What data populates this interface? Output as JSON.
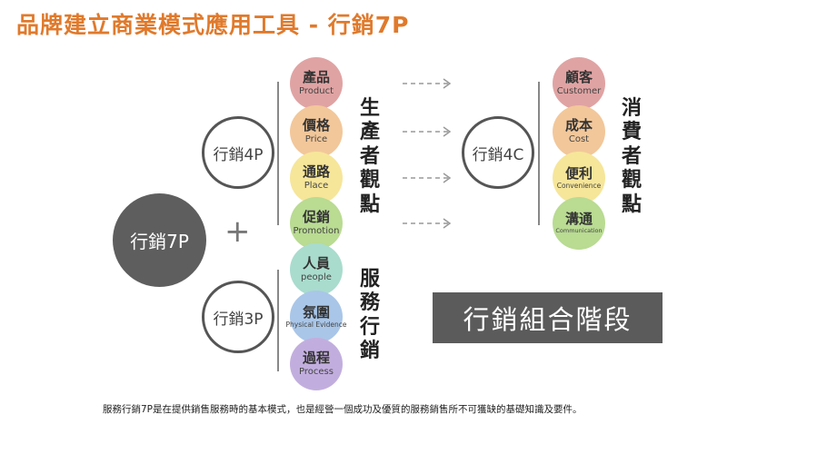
{
  "title": "品牌建立商業模式應用工具 - 行銷7P",
  "center_label": "行銷7P",
  "plus": "+",
  "group_4p": {
    "label": "行銷4P",
    "side_text": [
      "生",
      "產",
      "者",
      "觀",
      "點"
    ],
    "items": [
      {
        "zh": "產品",
        "en": "Product",
        "color": "#e0a3a3"
      },
      {
        "zh": "價格",
        "en": "Price",
        "color": "#f2c79a"
      },
      {
        "zh": "通路",
        "en": "Place",
        "color": "#f6e69a"
      },
      {
        "zh": "促銷",
        "en": "Promotion",
        "color": "#b9db92"
      }
    ]
  },
  "group_3p": {
    "label": "行銷3P",
    "side_text": [
      "服",
      "務",
      "行",
      "銷"
    ],
    "items": [
      {
        "zh": "人員",
        "en": "people",
        "color": "#a9dccd"
      },
      {
        "zh": "氛圍",
        "en": "Physical Evidence",
        "color": "#a9c6e8"
      },
      {
        "zh": "過程",
        "en": "Process",
        "color": "#c2aede"
      }
    ]
  },
  "group_4c": {
    "label": "行銷4C",
    "side_text": [
      "消",
      "費",
      "者",
      "觀",
      "點"
    ],
    "items": [
      {
        "zh": "顧客",
        "en": "Customer",
        "color": "#e0a3a3"
      },
      {
        "zh": "成本",
        "en": "Cost",
        "color": "#f2c79a"
      },
      {
        "zh": "便利",
        "en": "Convenience",
        "color": "#f6e69a"
      },
      {
        "zh": "溝通",
        "en": "Communication",
        "color": "#b9db92"
      }
    ]
  },
  "stage_box": "行銷組合階段",
  "footnote": "服務行銷7P是在提供銷售服務時的基本模式，也是經營一個成功及優質的服務銷售所不可獲缺的基礎知識及要件。"
}
